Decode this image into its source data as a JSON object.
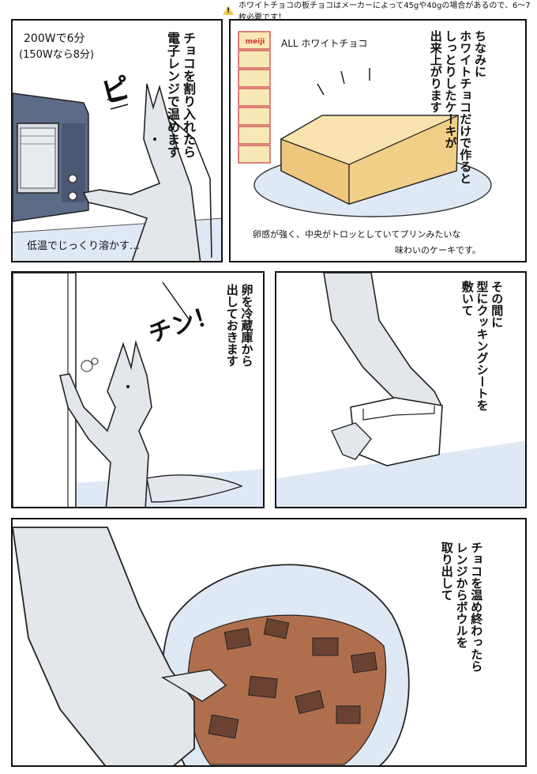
{
  "top_note": "ホワイトチョコの板チョコはメーカーによって45gや40gの場合があるので、6〜7枚必要です！",
  "panel1": {
    "power_line1": "200Wで6分",
    "power_line2": "(150Wなら8分)",
    "sfx": "ピ",
    "narration": [
      "チョコを割り入れたら",
      "電子レンジで温めます"
    ],
    "caption": "低温でじっくり溶かす…"
  },
  "panel2": {
    "label": "ALL ホワイトチョコ",
    "brand": "meiji",
    "narration": [
      "ちなみに",
      "ホワイトチョコだけで作ると",
      "しっとりしたケーキが",
      "出来上がります"
    ],
    "caption_line1": "卵感が強く、中央がトロッとしていてプリンみたいな",
    "caption_line2": "味わいのケーキです。"
  },
  "panel3": {
    "sfx": "チン！",
    "narration": [
      "卵を冷蔵庫から",
      "出しておきます"
    ]
  },
  "panel4": {
    "narration": [
      "その間に",
      "型にクッキングシートを",
      "敷いて"
    ]
  },
  "panel5": {
    "narration": [
      "チョコを温め終わったら",
      "レンジからボウルを",
      "取り出して"
    ]
  },
  "colors": {
    "fur": "#e3e6ea",
    "microwave": "#5c6b86",
    "cake": "#f2d796",
    "choco_melt": "#b06f4c",
    "choco_piece": "#6b4232",
    "shadow_blue": "#dfe9f5"
  }
}
